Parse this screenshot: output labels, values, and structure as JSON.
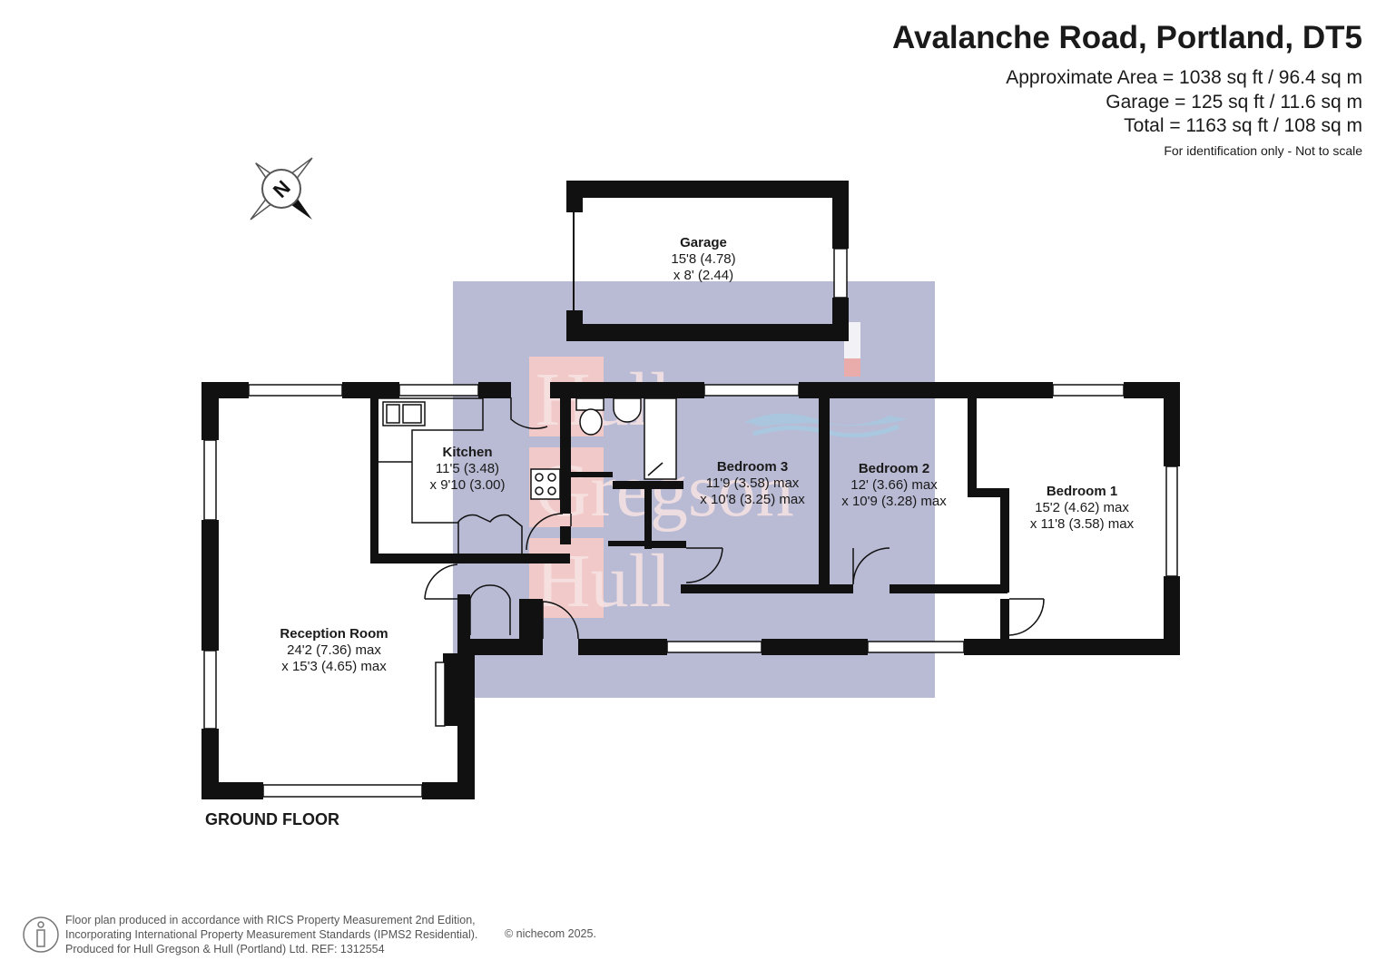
{
  "header": {
    "title": "Avalanche Road, Portland, DT5",
    "area_lines": [
      "Approximate Area = 1038 sq ft / 96.4 sq m",
      "Garage = 125 sq ft / 11.6 sq m",
      "Total = 1163 sq ft / 108 sq m"
    ],
    "note": "For identification only - Not to scale"
  },
  "compass": {
    "label": "N"
  },
  "watermark": {
    "words": [
      "Hull",
      "Gregson",
      "Hull"
    ]
  },
  "rooms": {
    "garage": {
      "name": "Garage",
      "dim1": "15'8 (4.78)",
      "dim2": "x 8' (2.44)"
    },
    "kitchen": {
      "name": "Kitchen",
      "dim1": "11'5 (3.48)",
      "dim2": "x 9'10 (3.00)"
    },
    "bedroom3": {
      "name": "Bedroom 3",
      "dim1": "11'9 (3.58) max",
      "dim2": "x 10'8 (3.25) max"
    },
    "bedroom2": {
      "name": "Bedroom 2",
      "dim1": "12' (3.66) max",
      "dim2": "x 10'9 (3.28) max"
    },
    "bedroom1": {
      "name": "Bedroom 1",
      "dim1": "15'2 (4.62) max",
      "dim2": "x 11'8 (3.58) max"
    },
    "reception": {
      "name": "Reception Room",
      "dim1": "24'2 (7.36) max",
      "dim2": "x 15'3 (4.65) max"
    }
  },
  "floor_label": "GROUND FLOOR",
  "footer": {
    "lines": [
      "Floor plan produced in accordance with RICS Property Measurement 2nd Edition,",
      "Incorporating International Property Measurement Standards (IPMS2 Residential).",
      "Produced for Hull Gregson & Hull (Portland) Ltd.   REF: 1312554"
    ],
    "copyright": "© nichecom 2025."
  },
  "colors": {
    "wall": "#111111",
    "watermark_block": "#b9bad3",
    "watermark_letter_box": "#f2c9c9",
    "watermark_wave": "#a9c8e0"
  }
}
